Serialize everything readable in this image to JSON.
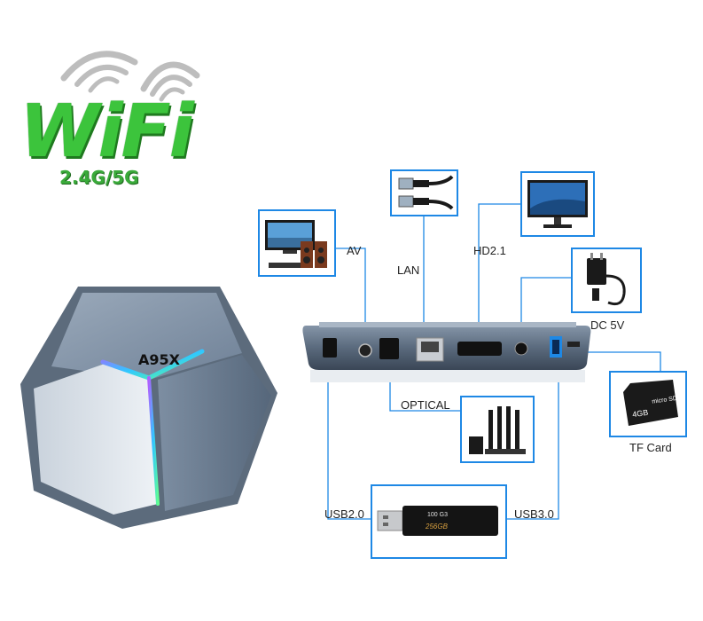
{
  "wifi": {
    "logo_text": "WiFi",
    "bands": "2.4G/5G"
  },
  "device": {
    "model": "A95X"
  },
  "ports": {
    "av": "AV",
    "lan": "LAN",
    "hdmi": "HD2.1",
    "dc": "DC 5V",
    "optical": "OPTICAL",
    "usb2": "USB2.0",
    "usb3": "USB3.0",
    "tf": "TF Card"
  },
  "accessories": {
    "usb_drive_text_1": "100 G3",
    "usb_drive_text_2": "256GB",
    "sd_card_size": "4GB",
    "sd_card_type": "micro SD"
  },
  "colors": {
    "line": "#1e88e5",
    "wifi_green": "#3cc43c",
    "device_body": "#8fa5bd"
  }
}
